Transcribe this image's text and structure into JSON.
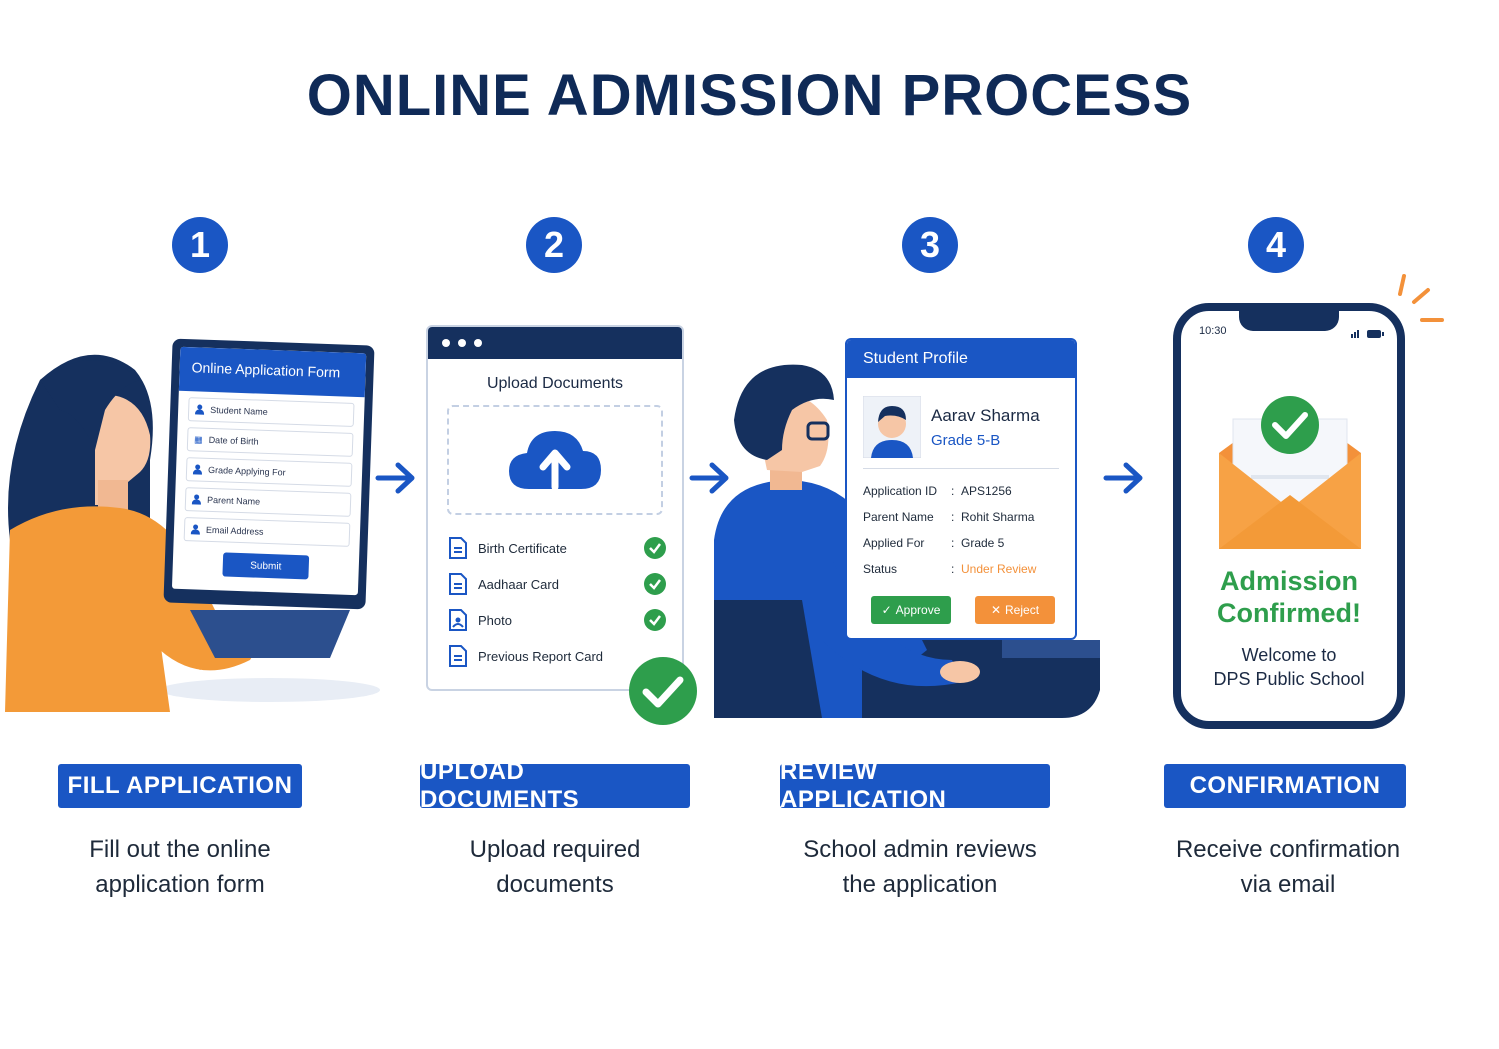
{
  "title": "ONLINE ADMISSION PROCESS",
  "colors": {
    "primary": "#1a56c4",
    "navy": "#0f2a57",
    "success": "#2e9e4c",
    "warning": "#f3913a"
  },
  "steps": [
    {
      "number": "1",
      "label": "FILL APPLICATION",
      "desc_line1": "Fill out the online",
      "desc_line2": "application form"
    },
    {
      "number": "2",
      "label": "UPLOAD DOCUMENTS",
      "desc_line1": "Upload required",
      "desc_line2": "documents"
    },
    {
      "number": "3",
      "label": "REVIEW APPLICATION",
      "desc_line1": "School admin reviews",
      "desc_line2": "the application"
    },
    {
      "number": "4",
      "label": "CONFIRMATION",
      "desc_line1": "Receive confirmation",
      "desc_line2": "via email"
    }
  ],
  "form": {
    "title": "Online Application Form",
    "fields": [
      "Student Name",
      "Date of Birth",
      "Grade Applying For",
      "Parent Name",
      "Email Address"
    ],
    "submit": "Submit"
  },
  "upload": {
    "title": "Upload Documents",
    "documents": [
      "Birth Certificate",
      "Aadhaar Card",
      "Photo",
      "Previous Report Card"
    ]
  },
  "profile": {
    "header": "Student Profile",
    "name": "Aarav Sharma",
    "grade": "Grade 5-B",
    "rows": [
      {
        "key": "Application ID",
        "value": "APS1256"
      },
      {
        "key": "Parent Name",
        "value": "Rohit Sharma"
      },
      {
        "key": "Applied For",
        "value": "Grade 5"
      },
      {
        "key": "Status",
        "value": "Under Review"
      }
    ],
    "approve": "Approve",
    "reject": "Reject"
  },
  "phone": {
    "time": "10:30",
    "confirm_line1": "Admission",
    "confirm_line2": "Confirmed!",
    "welcome_line1": "Welcome to",
    "welcome_line2": "DPS Public School"
  }
}
